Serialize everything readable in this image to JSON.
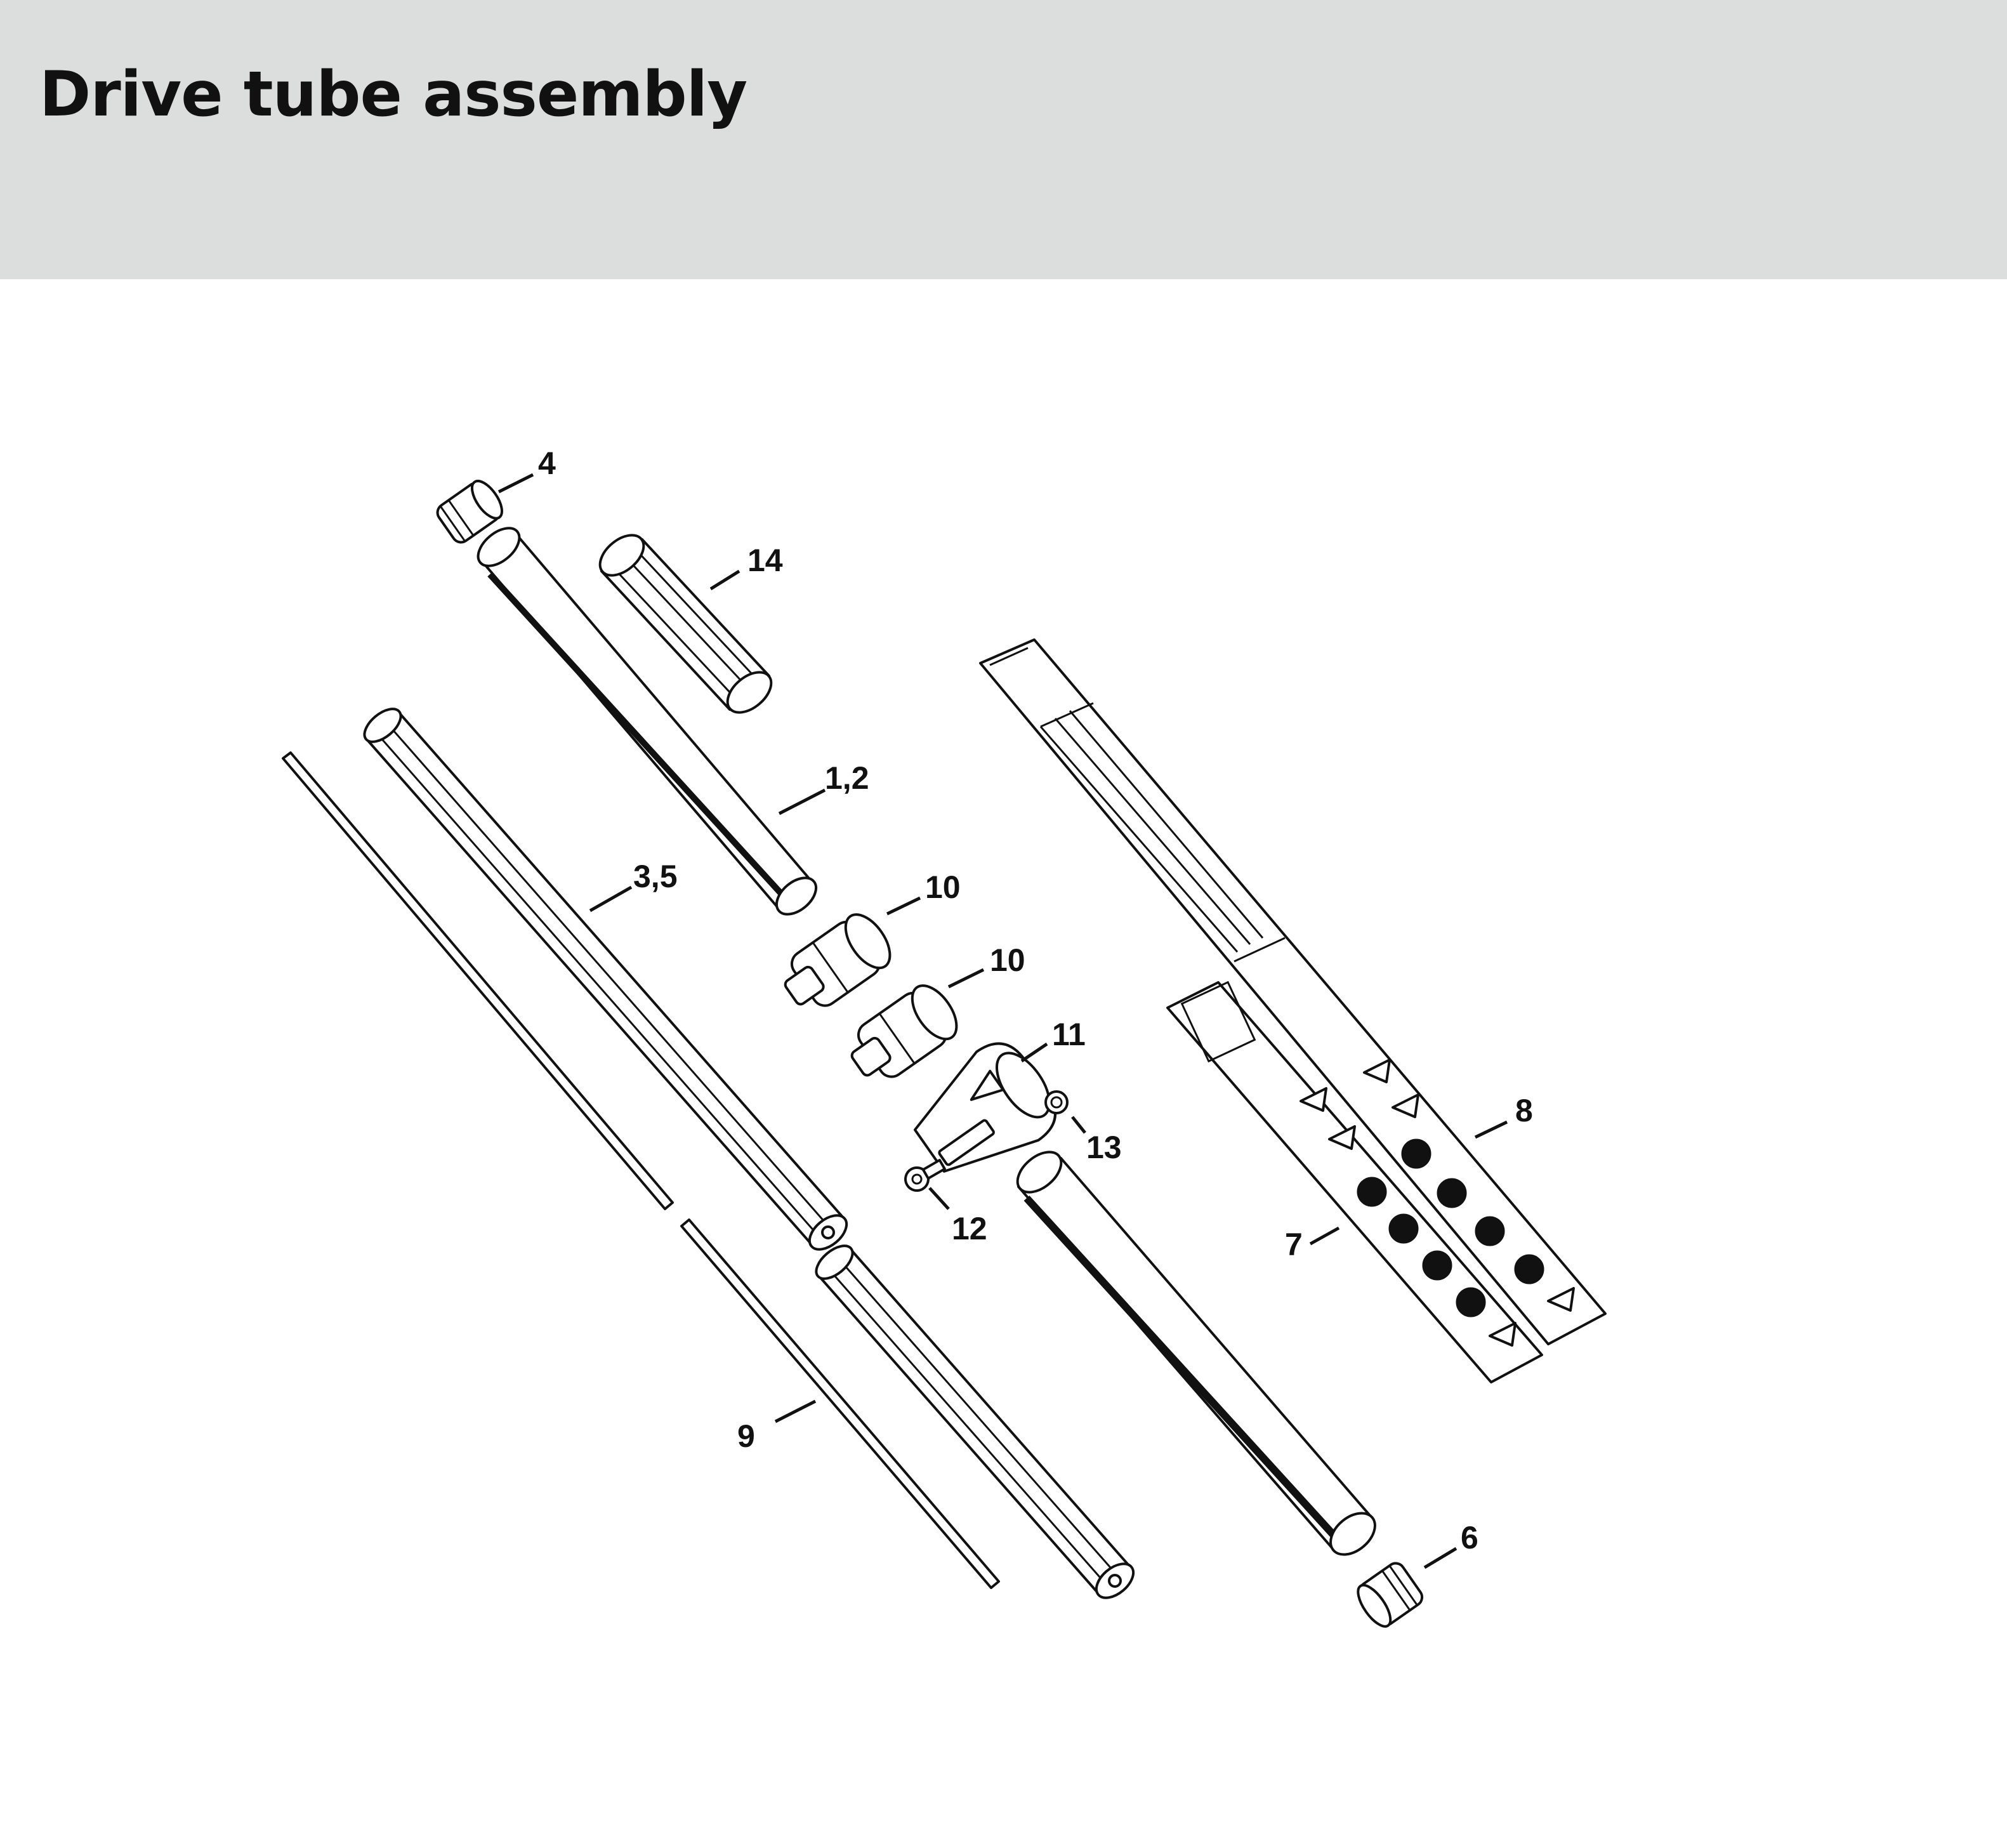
{
  "header": {
    "title": "Drive tube assembly"
  },
  "diagram": {
    "callouts": {
      "c4": "4",
      "c14": "14",
      "c12a": "1,2",
      "c35": "3,5",
      "c10a": "10",
      "c10b": "10",
      "c11": "11",
      "c13": "13",
      "c12": "12",
      "c8": "8",
      "c7": "7",
      "c9": "9",
      "c6": "6"
    }
  }
}
